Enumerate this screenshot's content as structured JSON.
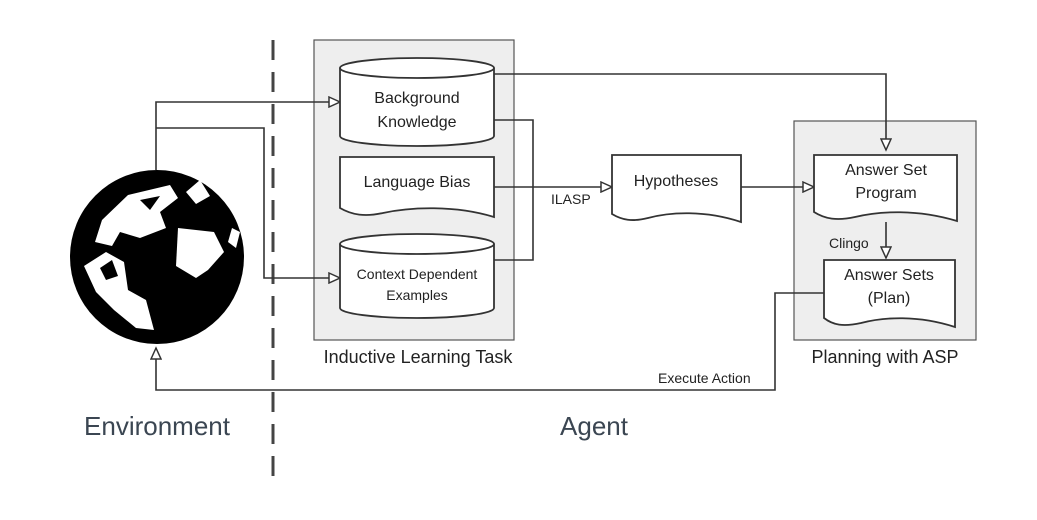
{
  "colors": {
    "line": "#333333",
    "panel_fill": "#eeeeee",
    "panel_stroke": "#555555",
    "shape_fill": "#ffffff",
    "text": "#222222",
    "big_label": "#3b4652"
  },
  "icons": {
    "environment": "globe-icon"
  },
  "labels": {
    "environment": "Environment",
    "agent": "Agent",
    "ilt_panel": "Inductive Learning Task",
    "planning_panel": "Planning with ASP"
  },
  "nodes": {
    "background_knowledge": [
      "Background",
      "Knowledge"
    ],
    "language_bias": "Language Bias",
    "context_examples": [
      "Context Dependent",
      "Examples"
    ],
    "hypotheses": "Hypotheses",
    "asp_program": [
      "Answer Set",
      "Program"
    ],
    "answer_sets": [
      "Answer Sets",
      "(Plan)"
    ]
  },
  "edge_labels": {
    "ilasp": "ILASP",
    "clingo": "Clingo",
    "execute_action": "Execute Action"
  }
}
